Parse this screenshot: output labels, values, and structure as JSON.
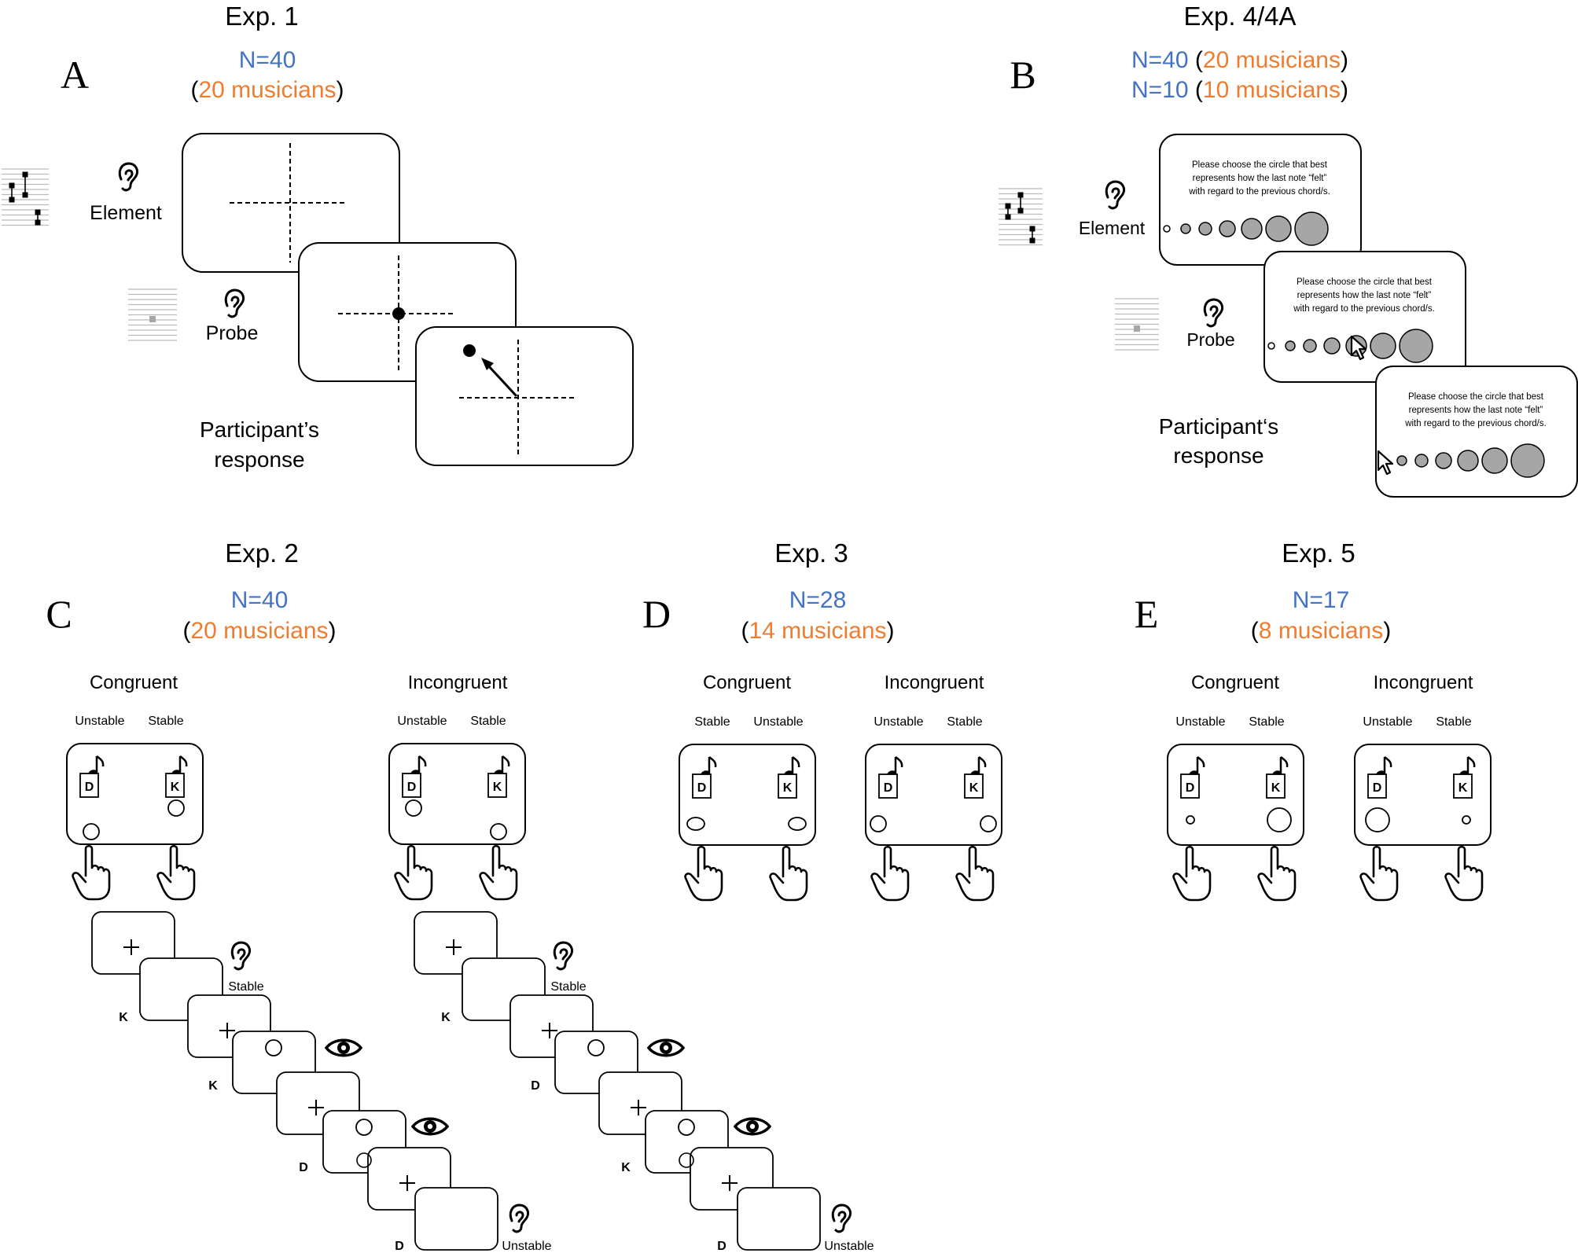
{
  "colors": {
    "n": "#4472C4",
    "musicians": "#ED7D31",
    "ink": "#000000",
    "circle_fill": "#A6A6A6",
    "staff": "#BBBBBB"
  },
  "panels": {
    "A": {
      "letter": "A",
      "title": "Exp. 1",
      "n": "N=40",
      "musicians": "20 musicians",
      "element_label": "Element",
      "probe_label": "Probe",
      "response_line1": "Participant’s",
      "response_line2": "response"
    },
    "B": {
      "letter": "B",
      "title": "Exp. 4/4A",
      "n1": "N=40",
      "musicians1": "20 musicians",
      "n2": "N=10",
      "musicians2": "10 musicians",
      "element_label": "Element",
      "probe_label": "Probe",
      "response_line1": "Participant‘s",
      "response_line2": "response",
      "instruction_line1": "Please choose the circle that best",
      "instruction_line2": "represents how the last note “felt”",
      "instruction_line3": "with regard to the previous chord/s."
    },
    "C": {
      "letter": "C",
      "title": "Exp. 2",
      "n": "N=40",
      "musicians": "20 musicians",
      "congruent": "Congruent",
      "incongruent": "Incongruent",
      "unstable": "Unstable",
      "stable": "Stable",
      "key_d": "D",
      "key_k": "K"
    },
    "D": {
      "letter": "D",
      "title": "Exp. 3",
      "n": "N=28",
      "musicians": "14 musicians",
      "congruent": "Congruent",
      "incongruent": "Incongruent",
      "unstable": "Unstable",
      "stable": "Stable",
      "key_d": "D",
      "key_k": "K"
    },
    "E": {
      "letter": "E",
      "title": "Exp. 5",
      "n": "N=17",
      "musicians": "8 musicians",
      "congruent": "Congruent",
      "incongruent": "Incongruent",
      "unstable": "Unstable",
      "stable": "Stable",
      "key_d": "D",
      "key_k": "K"
    }
  }
}
